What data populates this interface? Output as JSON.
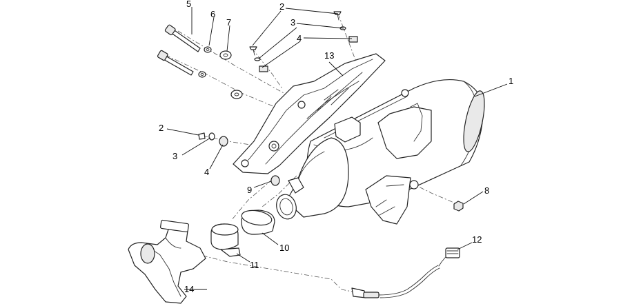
{
  "diagram": {
    "callouts": [
      {
        "id": "c1",
        "label": "1"
      },
      {
        "id": "c2a",
        "label": "2"
      },
      {
        "id": "c2b",
        "label": "2"
      },
      {
        "id": "c3a",
        "label": "3"
      },
      {
        "id": "c3b",
        "label": "3"
      },
      {
        "id": "c4a",
        "label": "4"
      },
      {
        "id": "c4b",
        "label": "4"
      },
      {
        "id": "c5",
        "label": "5"
      },
      {
        "id": "c6",
        "label": "6"
      },
      {
        "id": "c7",
        "label": "7"
      },
      {
        "id": "c8",
        "label": "8"
      },
      {
        "id": "c9",
        "label": "9"
      },
      {
        "id": "c10",
        "label": "10"
      },
      {
        "id": "c11",
        "label": "11"
      },
      {
        "id": "c12",
        "label": "12"
      },
      {
        "id": "c13",
        "label": "13"
      },
      {
        "id": "c14",
        "label": "14"
      }
    ],
    "colors": {
      "line": "#222222",
      "background": "#ffffff"
    }
  }
}
